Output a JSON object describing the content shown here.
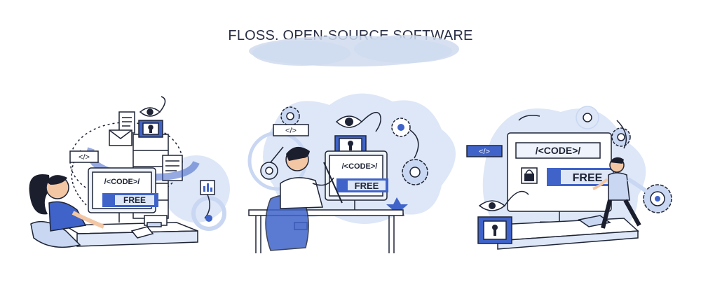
{
  "title": "FLOSS. OPEN-SOURCE SOFTWARE",
  "stock_id": "543090135",
  "labels": {
    "code_tag": "</>",
    "code_screen": "/<CODE>/",
    "free": "FREE"
  },
  "colors": {
    "outline": "#1e2435",
    "blue": "#3f63c9",
    "blue_light": "#c9d7f2",
    "blue_pale": "#dde7f7",
    "cloud": "#cfdbee",
    "screen": "#eef3fc",
    "hair": "#1b1e2c",
    "skin": "#f3c7a4"
  },
  "icons": [
    "eye-icon",
    "lock-icon",
    "gear-icon",
    "envelope-icon",
    "document-icon",
    "chart-icon",
    "target-icon",
    "code-tag-icon"
  ]
}
